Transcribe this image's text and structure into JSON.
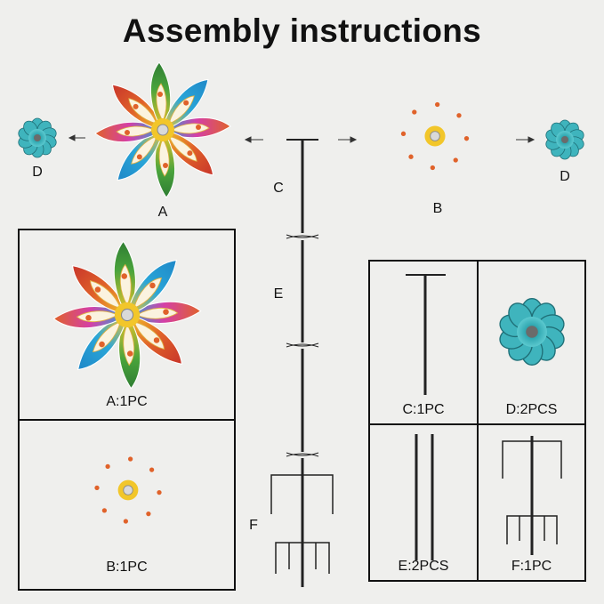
{
  "title": "Assembly instructions",
  "labels": {
    "a": "A",
    "b": "B",
    "c": "C",
    "d_left": "D",
    "d_right": "D",
    "e": "E",
    "f": "F"
  },
  "parts": [
    {
      "id": "a",
      "caption": "A:1PC"
    },
    {
      "id": "b",
      "caption": "B:1PC"
    },
    {
      "id": "c",
      "caption": "C:1PC"
    },
    {
      "id": "d",
      "caption": "D:2PCS"
    },
    {
      "id": "e",
      "caption": "E:2PCS"
    },
    {
      "id": "f",
      "caption": "F:1PC"
    }
  ],
  "colors": {
    "petal_magenta": "#d43fa8",
    "petal_blue": "#2aa6d8",
    "petal_green": "#4aa43c",
    "petal_orange": "#e0622a",
    "petal_yellow": "#f2c62a",
    "cap_teal": "#2aa3ad",
    "stake": "#222222"
  }
}
